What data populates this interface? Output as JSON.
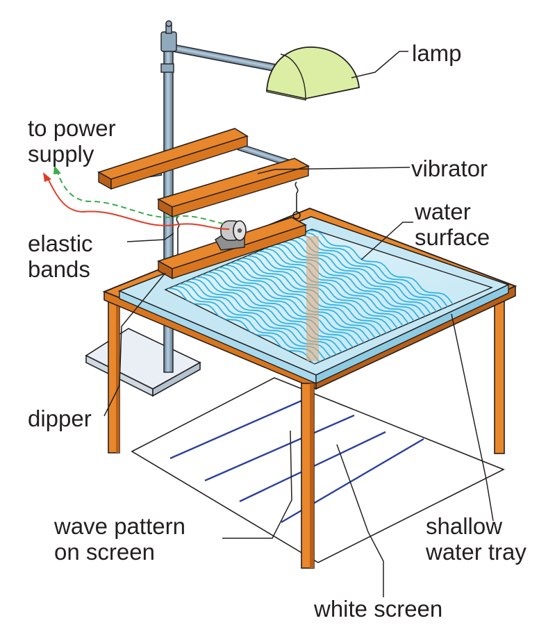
{
  "colors": {
    "wood": "#e8872b",
    "wood_dark": "#b85f18",
    "water": "#d6f0f8",
    "tray_rim": "#c4e7f3",
    "wave": "#33b3e3",
    "screen_line": "#2b3f9e",
    "lamp": "#dbeea3",
    "rod": "#7f9cb3",
    "wire_red": "#e23b26",
    "wire_green": "#3aab4a",
    "leader": "#231f20"
  },
  "labels": {
    "lamp": "lamp",
    "power_line1": "to power",
    "power_line2": "supply",
    "vibrator": "vibrator",
    "water_line1": "water",
    "water_line2": "surface",
    "elastic_line1": "elastic",
    "elastic_line2": "bands",
    "dipper": "dipper",
    "pattern_line1": "wave pattern",
    "pattern_line2": "on screen",
    "tray_line1": "shallow",
    "tray_line2": "water tray",
    "screen": "white screen"
  },
  "icons": {
    "lamp": "lamp-icon",
    "vibrator": "vibrator-motor-icon"
  }
}
